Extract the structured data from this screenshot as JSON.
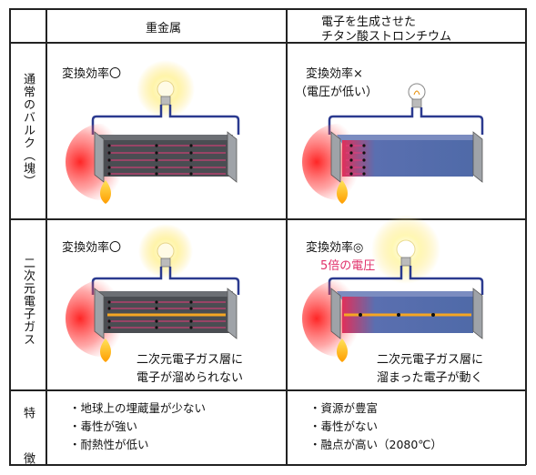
{
  "columns": {
    "heavy_metal": "重金属",
    "sto_line1": "電子を生成させた",
    "sto_line2": "チタン酸ストロンチウム"
  },
  "rows": {
    "bulk": "通常のバルク（塊）",
    "gas": "二次元電子ガス",
    "feature": "特　徴"
  },
  "cells": {
    "bulk_metal_eff": "変換効率〇",
    "bulk_sto_eff": "変換効率×",
    "bulk_sto_note": "（電圧が低い）",
    "gas_metal_eff": "変換効率〇",
    "gas_sto_eff": "変換効率◎",
    "gas_sto_voltage": "5倍の電圧",
    "gas_metal_caption1": "二次元電子ガス層に",
    "gas_metal_caption2": "電子が溜められない",
    "gas_sto_caption1": "二次元電子ガス層に",
    "gas_sto_caption2": "溜まった電子が動く"
  },
  "features": {
    "metal": [
      "・地球上の埋蔵量が少ない",
      "・毒性が強い",
      "・耐熱性が低い"
    ],
    "sto": [
      "・資源が豊富",
      "・毒性がない",
      "・融点が高い（2080℃）"
    ]
  },
  "colors": {
    "accent_text": "#e0306a",
    "metal_block": "#4a4d52",
    "sto_block": "#4f6aa8",
    "wire": "#2b3a8f",
    "heat": "#ff2a2a"
  }
}
